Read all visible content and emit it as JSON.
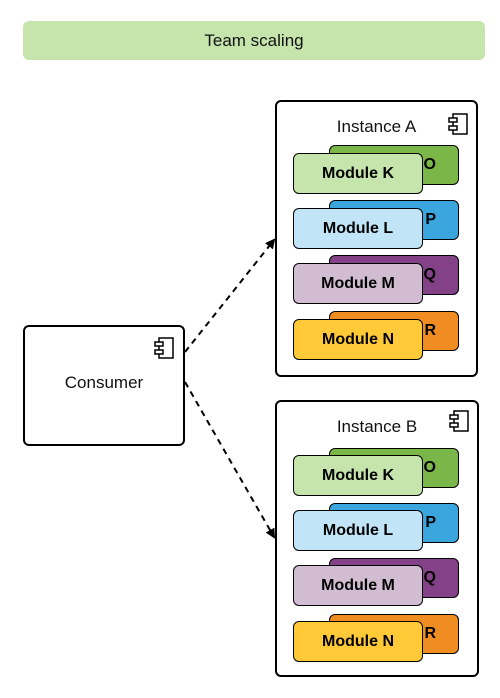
{
  "banner": {
    "title": "Team scaling"
  },
  "consumer": {
    "label": "Consumer"
  },
  "instances": [
    {
      "title": "Instance A",
      "modules": [
        {
          "front": "Module K",
          "back": "O",
          "front_color": "#c6e5ad",
          "back_color": "#7ab648"
        },
        {
          "front": "Module L",
          "back": "P",
          "front_color": "#c1e4f7",
          "back_color": "#3aa6dd"
        },
        {
          "front": "Module M",
          "back": "Q",
          "front_color": "#d1bcd2",
          "back_color": "#834187"
        },
        {
          "front": "Module N",
          "back": "R",
          "front_color": "#ffc937",
          "back_color": "#ef8d22"
        }
      ]
    },
    {
      "title": "Instance B",
      "modules": [
        {
          "front": "Module K",
          "back": "O",
          "front_color": "#c6e5ad",
          "back_color": "#7ab648"
        },
        {
          "front": "Module L",
          "back": "P",
          "front_color": "#c1e4f7",
          "back_color": "#3aa6dd"
        },
        {
          "front": "Module M",
          "back": "Q",
          "front_color": "#d1bcd2",
          "back_color": "#834187"
        },
        {
          "front": "Module N",
          "back": "R",
          "front_color": "#ffc937",
          "back_color": "#ef8d22"
        }
      ]
    }
  ],
  "colors": {
    "banner": "#c6e5ad",
    "stroke": "#000000"
  },
  "icons": {
    "component": "component-icon"
  }
}
